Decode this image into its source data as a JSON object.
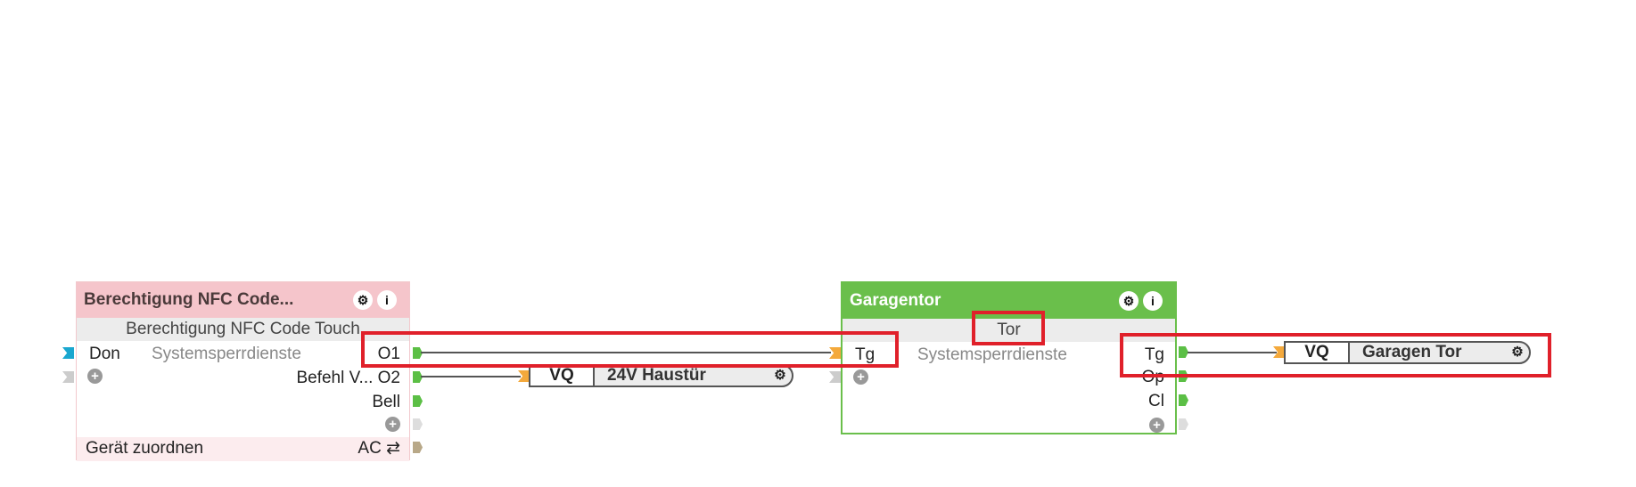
{
  "block1": {
    "title": "Berechtigung NFC Code...",
    "subtitle": "Berechtigung NFC Code Touch",
    "input_don": "Don",
    "category": "Systemsperrdienste",
    "out_o1": "O1",
    "out_o2_label": "Befehl V... O2",
    "out_bell": "Bell",
    "footer": "Gerät zuordnen",
    "out_ac": "AC ⇄",
    "header_color": "#f5c5cb"
  },
  "vq1": {
    "key": "VQ",
    "value": "24V Haustür"
  },
  "block2": {
    "title": "Garagentor",
    "subtitle": "Tor",
    "input_tg": "Tg",
    "category": "Systemsperrdienste",
    "out_tg": "Tg",
    "out_op": "Op",
    "out_cl": "Cl",
    "header_color": "#6abf4b"
  },
  "vq2": {
    "key": "VQ",
    "value": "Garagen Tor"
  },
  "icons": {
    "gear": "⚙",
    "info": "i",
    "plus": "+"
  }
}
